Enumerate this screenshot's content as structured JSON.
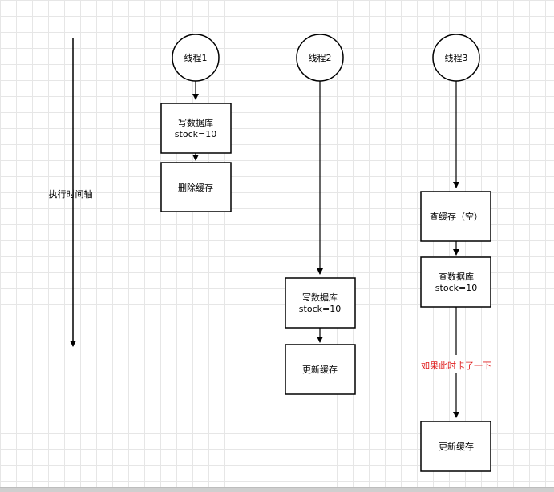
{
  "timeline": {
    "label": "执行时间轴"
  },
  "threads": [
    {
      "name": "线程1"
    },
    {
      "name": "线程2"
    },
    {
      "name": "线程3"
    }
  ],
  "steps": {
    "t1_write_db": [
      "写数据库",
      "stock=10"
    ],
    "t1_delete_cache": [
      "删除缓存"
    ],
    "t2_write_db": [
      "写数据库",
      "stock=10"
    ],
    "t2_update_cache": [
      "更新缓存"
    ],
    "t3_query_cache": [
      "查缓存（空）"
    ],
    "t3_query_db": [
      "查数据库",
      "stock=10"
    ],
    "t3_update_cache": [
      "更新缓存"
    ]
  },
  "annotation": {
    "text": "如果此时卡了一下",
    "color": "#e02020"
  },
  "colors": {
    "stroke": "#000000",
    "grid": "#e6e6e6"
  }
}
